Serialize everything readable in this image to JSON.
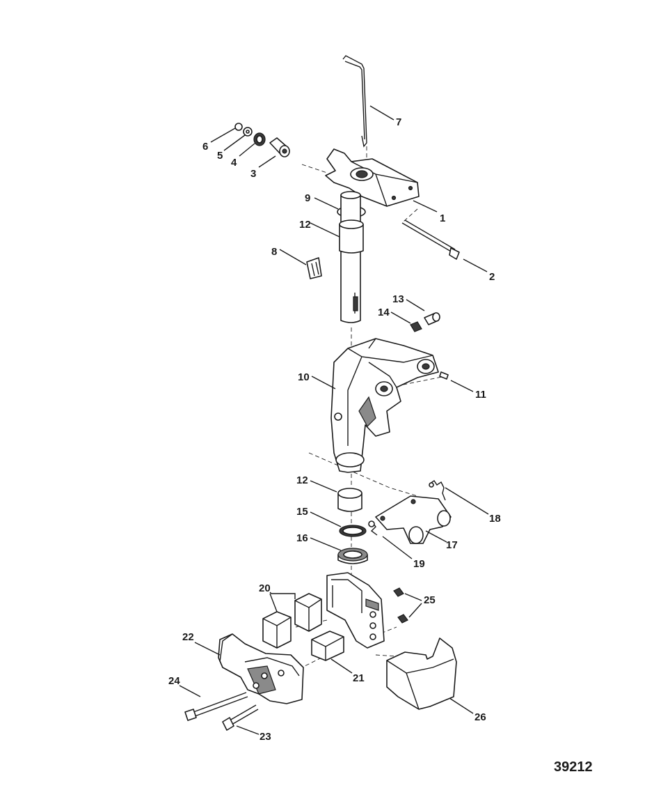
{
  "reference_number": "39212",
  "callouts": [
    {
      "label": "1"
    },
    {
      "label": "2"
    },
    {
      "label": "3"
    },
    {
      "label": "4"
    },
    {
      "label": "5"
    },
    {
      "label": "6"
    },
    {
      "label": "7"
    },
    {
      "label": "8"
    },
    {
      "label": "9"
    },
    {
      "label": "10"
    },
    {
      "label": "11"
    },
    {
      "label": "12"
    },
    {
      "label": "13"
    },
    {
      "label": "14"
    },
    {
      "label": "12"
    },
    {
      "label": "15"
    },
    {
      "label": "16"
    },
    {
      "label": "17"
    },
    {
      "label": "18"
    },
    {
      "label": "19"
    },
    {
      "label": "20"
    },
    {
      "label": "21"
    },
    {
      "label": "22"
    },
    {
      "label": "23"
    },
    {
      "label": "24"
    },
    {
      "label": "25"
    },
    {
      "label": "26"
    }
  ]
}
